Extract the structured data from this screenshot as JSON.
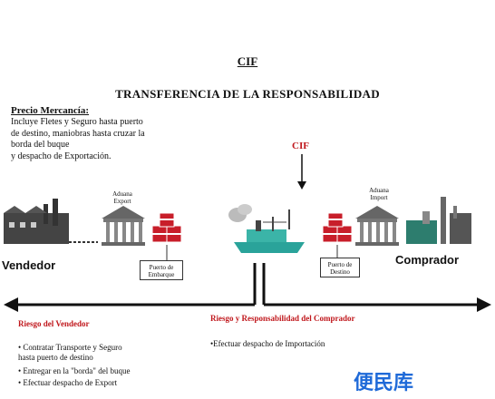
{
  "header": {
    "cif": "CIF",
    "subtitle": "TRANSFERENCIA DE LA RESPONSABILIDAD"
  },
  "price": {
    "title": "Precio Mercancía:",
    "body": "Incluye Fletes y Seguro hasta puerto\nde destino, maniobras hasta cruzar la\nborda del buque\ny despacho de Exportación."
  },
  "cif_marker": "CIF",
  "labels": {
    "aduana_export_left": "Aduana\nExport",
    "aduana_export_right": "Aduana\nImport",
    "puerto_embarque": "Puerto de\nEmbarque",
    "puerto_destino": "Puerto de\nDestino",
    "vendedor": "Vendedor",
    "comprador": "Comprador"
  },
  "risk_seller": {
    "title": "Riesgo del Vendedor",
    "items": [
      "• Contratar Transporte y Seguro\n   hasta puerto de destino",
      "• Entregar en la \"borda\" del buque",
      "• Efectuar despacho de Export"
    ]
  },
  "risk_buyer": {
    "title": "Riesgo y Responsabilidad del Comprador",
    "items": [
      "•Efectuar despacho de Importación"
    ]
  },
  "watermark": "便民库",
  "colors": {
    "red": "#c0171c",
    "ship": "#2aa39a",
    "box_red": "#c81e2a",
    "watermark": "#1f6ad8"
  }
}
